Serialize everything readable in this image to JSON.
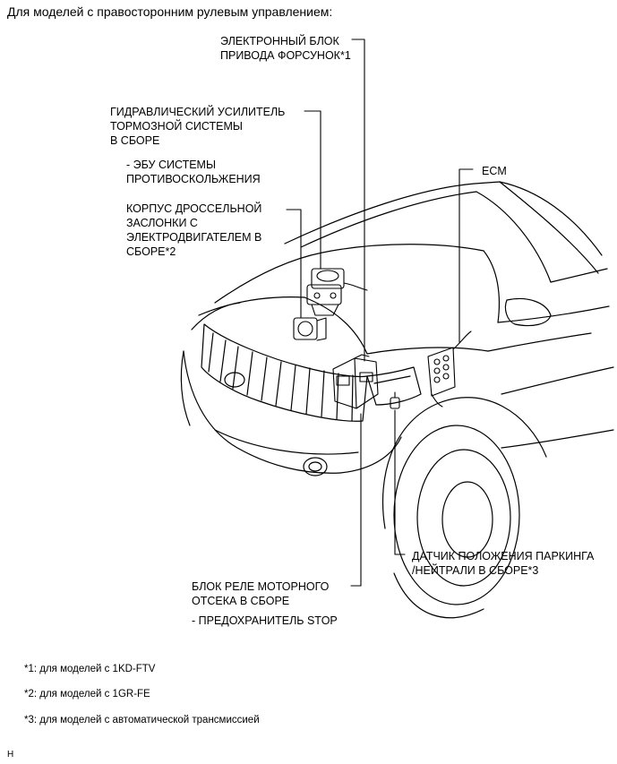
{
  "heading": "Для моделей с правосторонним рулевым управлением:",
  "callouts": {
    "injector_driver": [
      "ЭЛЕКТРОННЫЙ БЛОК",
      "ПРИВОДА ФОРСУНОК*1"
    ],
    "brake_booster": [
      "ГИДРАВЛИЧЕСКИЙ УСИЛИТЕЛЬ",
      "ТОРМОЗНОЙ СИСТЕМЫ",
      "В СБОРЕ"
    ],
    "brake_booster_sub": [
      "- ЭБУ СИСТЕМЫ",
      "ПРОТИВОСКОЛЬЖЕНИЯ"
    ],
    "throttle_body": [
      "КОРПУС ДРОССЕЛЬНОЙ",
      "ЗАСЛОНКИ С",
      "ЭЛЕКТРОДВИГАТЕЛЕМ В",
      "СБОРЕ*2"
    ],
    "ecm": "ECM",
    "park_neutral": [
      "ДАТЧИК ПОЛОЖЕНИЯ ПАРКИНГА",
      "/НЕЙТРАЛИ В СБОРЕ*3"
    ],
    "relay_block": [
      "БЛОК РЕЛЕ МОТОРНОГО",
      "ОТСЕКА В СБОРЕ"
    ],
    "relay_block_sub": "- ПРЕДОХРАНИТЕЛЬ STOP"
  },
  "footnotes": [
    "*1: для моделей с 1KD-FTV",
    "*2: для моделей с 1GR-FE",
    "*3: для моделей с автоматической трансмиссией"
  ],
  "corner_mark": "H"
}
